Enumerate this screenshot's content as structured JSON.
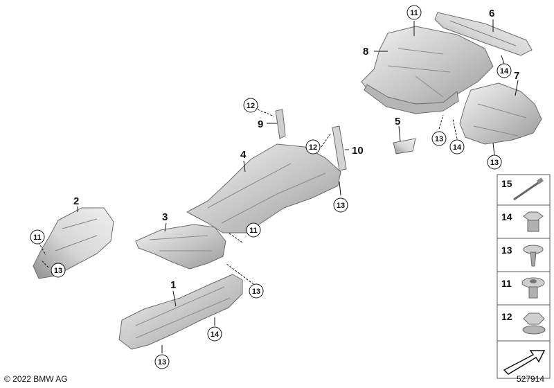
{
  "callouts": {
    "c1": "1",
    "c2": "2",
    "c3": "3",
    "c4": "4",
    "c5": "5",
    "c6": "6",
    "c7": "7",
    "c8": "8",
    "c9": "9",
    "c10": "10",
    "ca11": "11",
    "cb11": "11",
    "cc11": "11",
    "ca12": "12",
    "cb12": "12",
    "ca13": "13",
    "cb13": "13",
    "cc13": "13",
    "cd13": "13",
    "ce13": "13",
    "cf13": "13",
    "ca14": "14",
    "cb14": "14",
    "cc14": "14"
  },
  "index_panel": {
    "items": [
      {
        "number": "15",
        "icon": "cable-tie-icon"
      },
      {
        "number": "14",
        "icon": "nut-icon"
      },
      {
        "number": "13",
        "icon": "screw-icon"
      },
      {
        "number": "11",
        "icon": "clip-nut-icon"
      },
      {
        "number": "12",
        "icon": "flange-nut-icon"
      }
    ],
    "arrow_icon": "arrow-icon"
  },
  "footer": {
    "copyright": "© 2022 BMW AG",
    "diagram_id": "527914"
  }
}
